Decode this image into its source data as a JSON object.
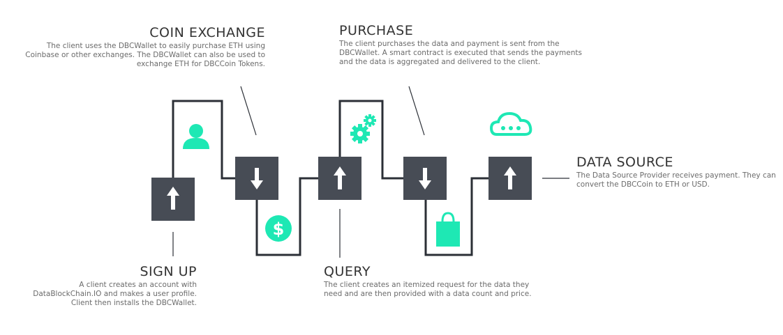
{
  "steps": {
    "sign_up": {
      "title": "SIGN UP",
      "desc": "A client creates an account with DataBlockChain.IO and makes a user profile. Client then installs the DBCWallet."
    },
    "coin_exchange": {
      "title": "COIN EXCHANGE",
      "desc": "The client uses the DBCWallet to easily purchase ETH using  Coinbase or other exchanges. The DBCWallet can also be used to exchange ETH for DBCCoin Tokens."
    },
    "query": {
      "title": "QUERY",
      "desc": "The client creates an itemized request for the data they need and are then provided with a data count and price."
    },
    "purchase": {
      "title": "PURCHASE",
      "desc": "The client purchases the data and payment is sent from the DBCWallet. A smart contract is executed that sends the payments and the data is aggregated and delivered to the client."
    },
    "data_source": {
      "title": "DATA SOURCE",
      "desc": "The Data Source Provider receives payment. They can convert the DBCCoin to ETH or USD."
    }
  },
  "icons": [
    "user-icon",
    "dollar-icon",
    "gears-icon",
    "shopping-bag-icon",
    "cloud-icon",
    "arrow-up-icon",
    "arrow-down-icon"
  ],
  "colors": {
    "accent": "#1ee8b4",
    "box": "#474c55",
    "line": "#2b2f36"
  }
}
